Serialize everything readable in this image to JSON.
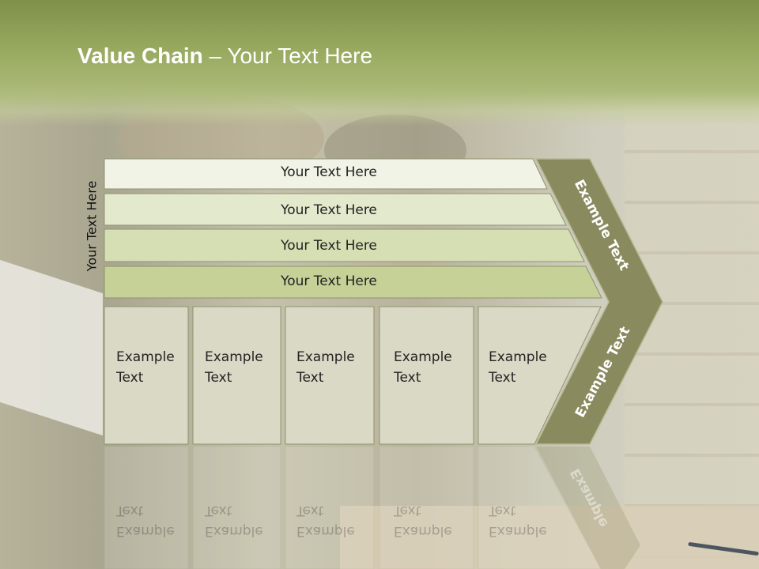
{
  "title": {
    "bold": "Value Chain",
    "rest": " – Your Text Here"
  },
  "vertical_label": "Your Text Here",
  "bars": [
    "Your Text Here",
    "Your Text Here",
    "Your Text Here",
    "Your Text Here"
  ],
  "boxes": [
    {
      "line1": "Example",
      "line2": "Text"
    },
    {
      "line1": "Example",
      "line2": "Text"
    },
    {
      "line1": "Example",
      "line2": "Text"
    },
    {
      "line1": "Example",
      "line2": "Text"
    },
    {
      "line1": "Example",
      "line2": "Text"
    }
  ],
  "arrow": {
    "upper": "Example Text",
    "lower": "Example Text",
    "reflection": "Example"
  },
  "colors": {
    "header_green": "#98aa60",
    "bar_fills": [
      "#f1f3e6",
      "#e3e9cd",
      "#d6dfb3",
      "#c5d196"
    ],
    "box_fill": "#d9d9c6",
    "arrow_fill": "#8a8a5f"
  }
}
